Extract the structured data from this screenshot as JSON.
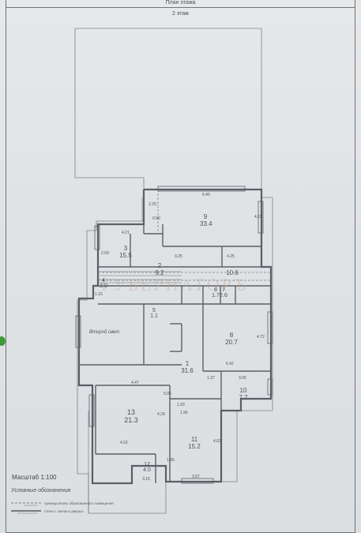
{
  "header": {
    "title": "План этажа",
    "floor": "2 этаж"
  },
  "rooms": [
    {
      "id": "2",
      "area": "9.2"
    },
    {
      "id": "3",
      "area": "15.5"
    },
    {
      "id": "4",
      "area": "2.0"
    },
    {
      "id": "5",
      "area": "1.1"
    },
    {
      "id": "6",
      "area": "1.7"
    },
    {
      "id": "7",
      "area": "2.6"
    },
    {
      "id": "8",
      "area": "20.7"
    },
    {
      "id": "9",
      "area": "33.4"
    },
    {
      "id": "1",
      "area": "31.6"
    },
    {
      "id": "10",
      "area": "7.7"
    },
    {
      "id": "11",
      "area": "15.2"
    },
    {
      "id": "12",
      "area": "4.0"
    },
    {
      "id": "13",
      "area": "21.3"
    },
    {
      "id": "",
      "area": "10.6"
    }
  ],
  "room_note": "Второй свет",
  "dimensions": [
    "6.40",
    "2.29",
    "0.90",
    "4.15",
    "4.21",
    "3.25",
    "4.25",
    "2.59",
    "1.15",
    "4.72",
    "1.37",
    "3.06",
    "4.47",
    "5.05",
    "1.93",
    "4.29",
    "1.96",
    "4.02",
    "3.07",
    "3.15",
    "6.42",
    "1.95"
  ],
  "watermark": "ГУБЕРНАТОРЪ",
  "footer": {
    "scale": "Масштаб 1:100",
    "legend_title": "Условные обозначения",
    "legend_items": [
      "граница вновь образованного помещения",
      "стена с окном и дверью"
    ]
  }
}
